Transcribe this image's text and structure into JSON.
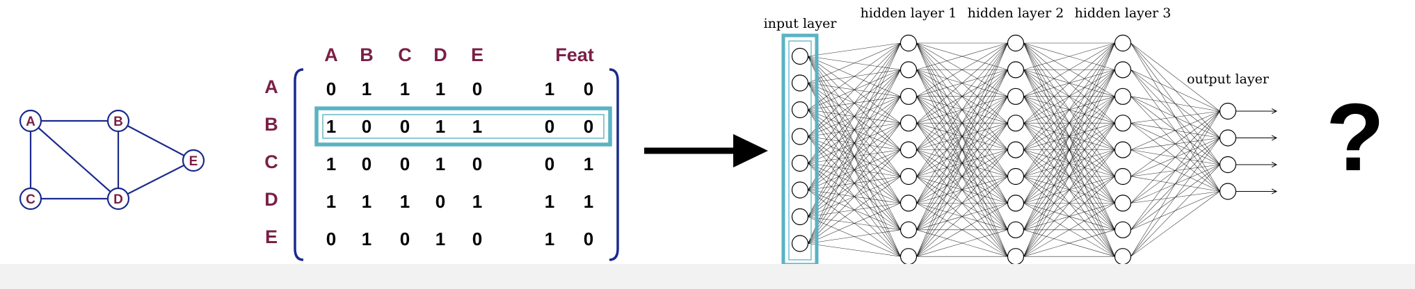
{
  "graph": {
    "nodes": [
      "A",
      "B",
      "C",
      "D",
      "E"
    ],
    "edges": [
      [
        "A",
        "B"
      ],
      [
        "A",
        "C"
      ],
      [
        "A",
        "D"
      ],
      [
        "B",
        "D"
      ],
      [
        "B",
        "E"
      ],
      [
        "C",
        "D"
      ],
      [
        "D",
        "E"
      ]
    ],
    "node_color": "#7a1f45",
    "edge_color": "#1a2a8c"
  },
  "matrix": {
    "column_headers": [
      "A",
      "B",
      "C",
      "D",
      "E"
    ],
    "feature_header": "Feat",
    "row_labels": [
      "A",
      "B",
      "C",
      "D",
      "E"
    ],
    "rows": [
      {
        "adj": [
          "0",
          "1",
          "1",
          "1",
          "0"
        ],
        "feat": [
          "1",
          "0"
        ]
      },
      {
        "adj": [
          "1",
          "0",
          "0",
          "1",
          "1"
        ],
        "feat": [
          "0",
          "0"
        ]
      },
      {
        "adj": [
          "1",
          "0",
          "0",
          "1",
          "0"
        ],
        "feat": [
          "0",
          "1"
        ]
      },
      {
        "adj": [
          "1",
          "1",
          "1",
          "0",
          "1"
        ],
        "feat": [
          "1",
          "1"
        ]
      },
      {
        "adj": [
          "0",
          "1",
          "0",
          "1",
          "0"
        ],
        "feat": [
          "1",
          "0"
        ]
      }
    ],
    "highlighted_row": "B",
    "highlight_color": "#5bb2c3",
    "bracket_color": "#1a2a8c",
    "label_color": "#7a1f45"
  },
  "arrow": {
    "icon": "right-arrow-icon",
    "color": "#000000"
  },
  "network": {
    "layers": [
      {
        "label": "input layer",
        "nodes": 8,
        "highlighted": true
      },
      {
        "label": "hidden layer 1",
        "nodes": 9
      },
      {
        "label": "hidden layer 2",
        "nodes": 9
      },
      {
        "label": "hidden layer 3",
        "nodes": 9
      },
      {
        "label": "output layer",
        "nodes": 4
      }
    ],
    "highlight_color": "#5bb2c3"
  },
  "result": {
    "symbol": "?"
  }
}
